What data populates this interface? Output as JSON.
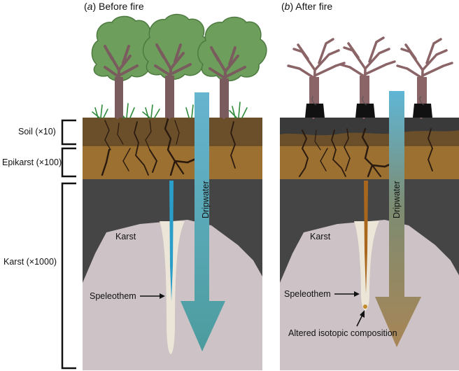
{
  "panels": {
    "before": {
      "letter": "a",
      "title": "Before fire"
    },
    "after": {
      "letter": "b",
      "title": "After fire"
    }
  },
  "scale_labels": {
    "soil": "Soil (×10)",
    "epikarst": "Epikarst (×100)",
    "karst": "Karst (×1000)"
  },
  "labels": {
    "karst": "Karst",
    "speleothem": "Speleothem",
    "dripwater": "Dripwater",
    "altered": "Altered isotopic composition"
  },
  "colors": {
    "canopy": "#6e9e5c",
    "canopy_outline": "#4d7a40",
    "trunk": "#7a5c5e",
    "burnt_trunk": "#8a6466",
    "soil": "#6b4f2a",
    "burnt_soil": "#3a3a3a",
    "epikarst": "#9b7030",
    "karst_dark": "#444444",
    "karst_rock": "#cdc3c6",
    "speleothem": "#ece6d8",
    "arrow_top": "#62b6d3",
    "arrow_before_bottom": "#4a9a9a",
    "arrow_after_bottom": "#a48356",
    "drip_before": "#2a9ec9",
    "drip_after": "#a8671c",
    "grass": "#2e8b3a"
  },
  "icons": [
    "grass-tuft-icon",
    "burnt-tree-icon",
    "healthy-tree-icon"
  ]
}
